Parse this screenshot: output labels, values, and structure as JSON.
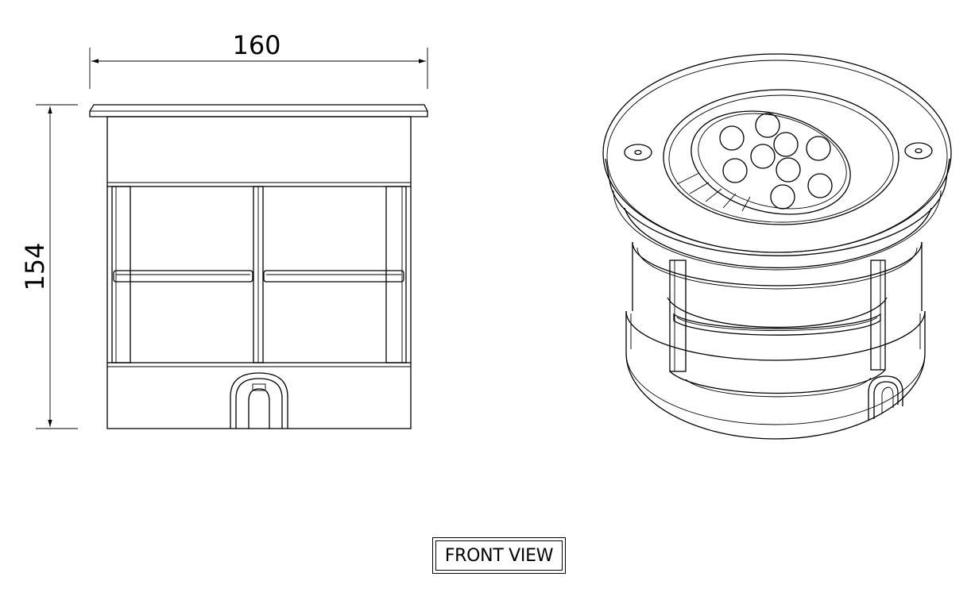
{
  "dimensions": {
    "width_label": "160",
    "height_label": "154"
  },
  "caption": {
    "label": "FRONT VIEW"
  },
  "led_count": 9
}
